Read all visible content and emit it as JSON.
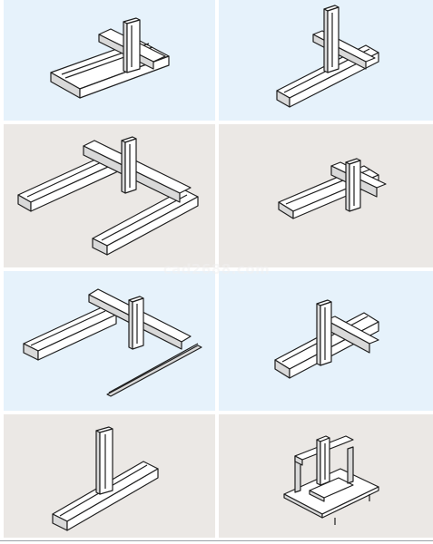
{
  "watermark": {
    "text": "cad2688.com"
  },
  "colors": {
    "panel_blue": "#e6f2fb",
    "panel_gray": "#ebe8e5",
    "line": "#1f1f1f",
    "face": "#ffffff",
    "shade": "#d9d9d9",
    "watermark": "#f1f1f1"
  },
  "panels": [
    {
      "id": "gantry-1",
      "icon": "xz-gantry-icon",
      "shade": "blue"
    },
    {
      "id": "gantry-2",
      "icon": "xz-gantry-column-icon",
      "shade": "blue"
    },
    {
      "id": "gantry-3",
      "icon": "dual-rail-gantry-icon",
      "shade": "gray"
    },
    {
      "id": "gantry-4",
      "icon": "compact-cross-gantry-icon",
      "shade": "gray"
    },
    {
      "id": "gantry-5",
      "icon": "rail-guided-gantry-icon",
      "shade": "blue"
    },
    {
      "id": "gantry-6",
      "icon": "cross-column-gantry-icon",
      "shade": "blue"
    },
    {
      "id": "gantry-7",
      "icon": "t-column-gantry-icon",
      "shade": "gray"
    },
    {
      "id": "gantry-8",
      "icon": "frame-gantry-table-icon",
      "shade": "gray"
    }
  ]
}
